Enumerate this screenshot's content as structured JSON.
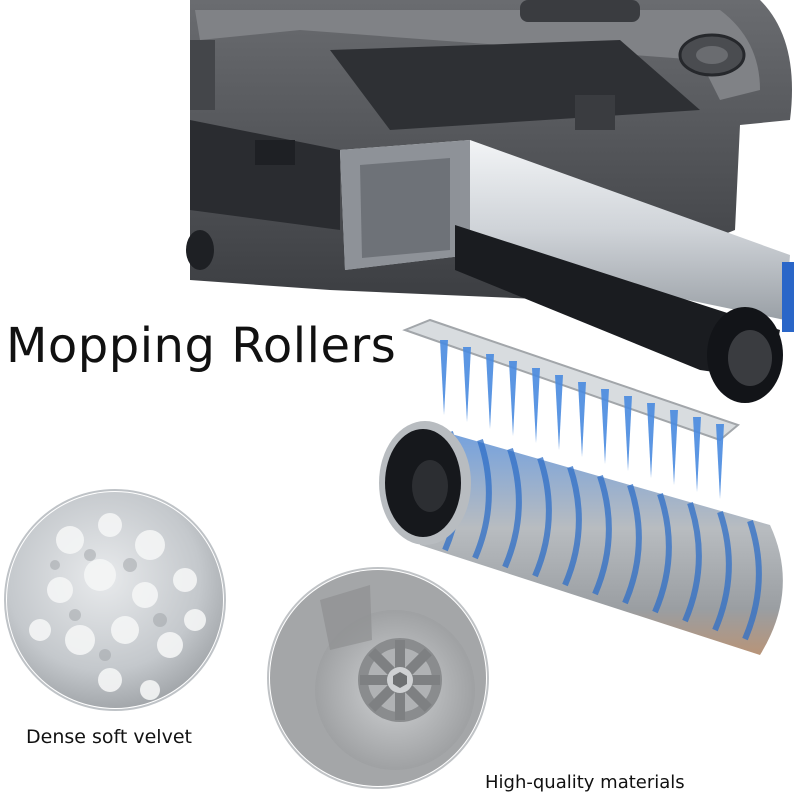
{
  "headline": "Mopping Rollers",
  "features": [
    {
      "label": "Dense soft velvet",
      "icon": "velvet-texture-closeup"
    },
    {
      "label": "High-quality materials",
      "icon": "roller-endcap-closeup"
    }
  ],
  "colors": {
    "robot_body": "#5a5c60",
    "robot_dark": "#2e3034",
    "aluminium": "#cfd3d8",
    "roller_blue": "#3f7fd0",
    "roller_grey": "#b8bcc0",
    "roller_tan": "#b89478",
    "water_spray": "#4a8be0",
    "accent_blue": "#2a66c8"
  }
}
